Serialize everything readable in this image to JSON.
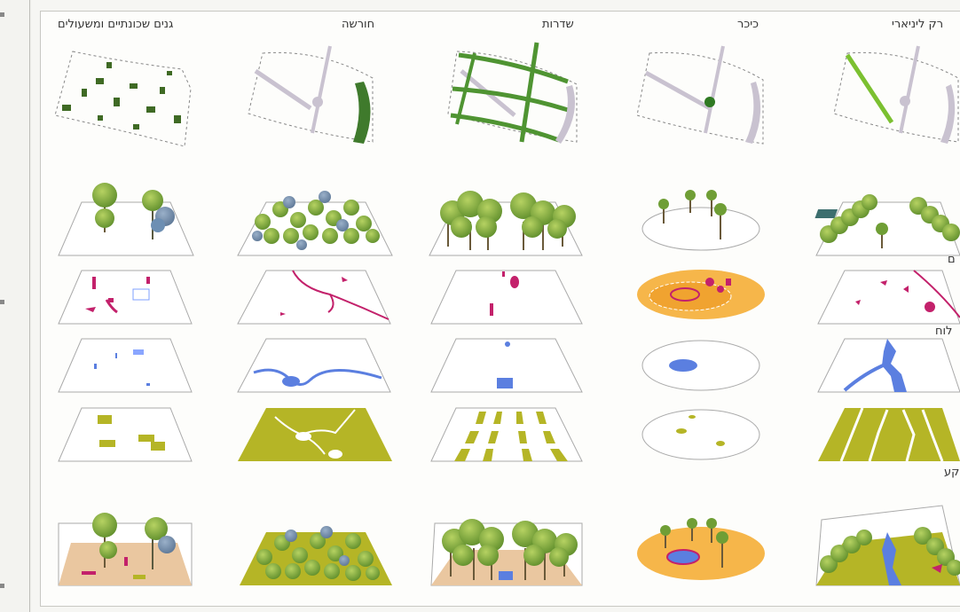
{
  "columns": [
    {
      "title": "גנים שכונתיים ומשעולים"
    },
    {
      "title": "חורשה"
    },
    {
      "title": "שדרות"
    },
    {
      "title": "כיכר"
    },
    {
      "title": "רק ליניארי"
    }
  ],
  "side_labels": {
    "row_infra": "ם",
    "row_water": "לוח",
    "row_composite": "קע"
  },
  "colors": {
    "tree_green": "#6f9e35",
    "tree_light": "#9cc24c",
    "tree_blue": "#6d8fb3",
    "infrastructure_magenta": "#c3216b",
    "water_blue": "#5b7fe0",
    "paving_orange": "#f0a330",
    "lawn_olive": "#b5b526",
    "path_dark_green": "#3f7a2c",
    "boundary_gray": "#c9c2d0"
  }
}
